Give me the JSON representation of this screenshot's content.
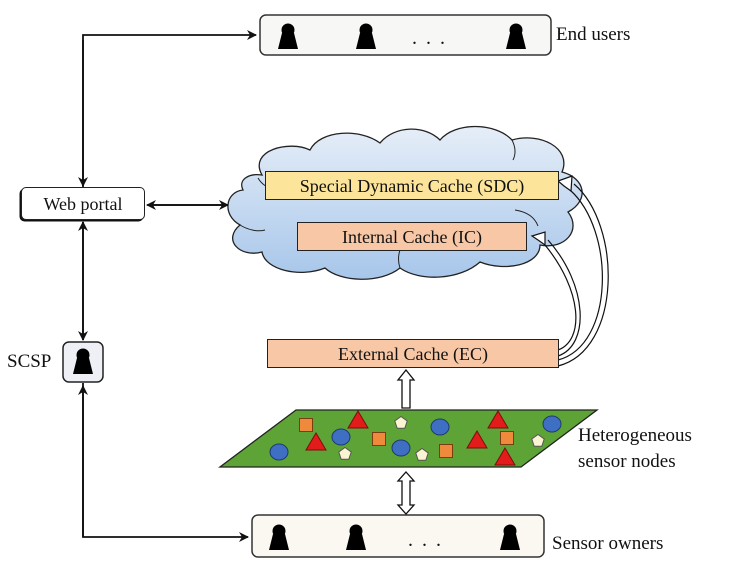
{
  "diagram": {
    "end_users": {
      "label": "End users",
      "ellipsis": ". . ."
    },
    "sensor_owners": {
      "label": "Sensor owners",
      "ellipsis": ". . ."
    },
    "web_portal": {
      "label": "Web portal"
    },
    "scsp": {
      "label": "SCSP"
    },
    "cloud": {
      "sdc": "Special Dynamic Cache (SDC)",
      "ic": "Internal Cache (IC)"
    },
    "external_cache": "External Cache (EC)",
    "sensor_nodes": {
      "line1": "Heterogeneous",
      "line2": "sensor nodes"
    },
    "colors": {
      "cloud_top": "#e3ecf7",
      "cloud_bottom": "#a9c8ea",
      "sdc_fill": "#fde49b",
      "cache_fill": "#f8c8a6",
      "field_fill": "#5ea336",
      "circle": "#3f6fc2",
      "triangle": "#e21b1b",
      "square": "#ef8a3c",
      "pentagon": "#fbf4d3"
    }
  }
}
